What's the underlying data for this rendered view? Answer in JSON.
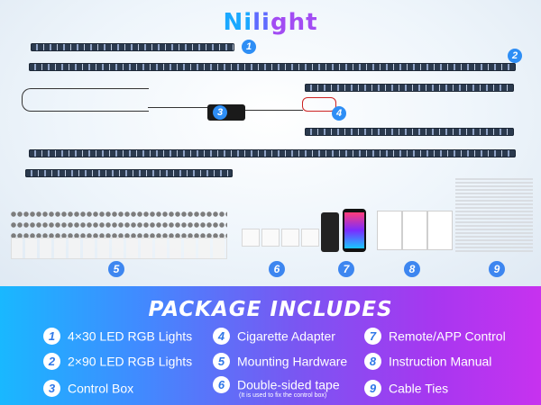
{
  "brand": {
    "letters": [
      "Ni",
      "li",
      "ght"
    ]
  },
  "part_numbers": [
    "1",
    "2",
    "3",
    "4",
    "5",
    "6",
    "7",
    "8",
    "9"
  ],
  "package": {
    "title": "PACKAGE INCLUDES",
    "items": [
      {
        "num": "1",
        "label": "4×30 LED RGB Lights"
      },
      {
        "num": "2",
        "label": "2×90 LED RGB Lights"
      },
      {
        "num": "3",
        "label": "Control Box"
      },
      {
        "num": "4",
        "label": "Cigarette Adapter"
      },
      {
        "num": "5",
        "label": "Mounting Hardware"
      },
      {
        "num": "6",
        "label": "Double-sided tape"
      },
      {
        "num": "7",
        "label": "Remote/APP Control"
      },
      {
        "num": "8",
        "label": "Instruction Manual"
      },
      {
        "num": "9",
        "label": "Cable Ties"
      }
    ],
    "tape_note": "(It is used to fix the control box)"
  },
  "colors": {
    "accent": "#2e8ef5",
    "gradient_left": "#19b8ff",
    "gradient_right": "#c732ef"
  }
}
